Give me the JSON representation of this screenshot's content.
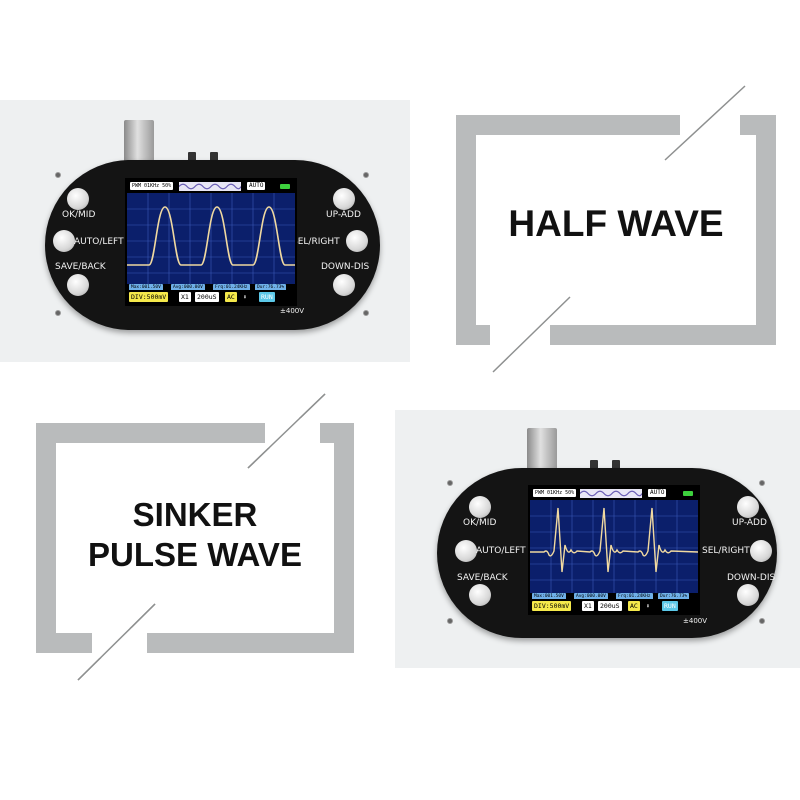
{
  "titles": {
    "half_wave": "HALF WAVE",
    "sinker_line1": "SINKER",
    "sinker_line2": "PULSE WAVE"
  },
  "device_labels": {
    "ok_mid": "OK/MID",
    "auto_left": "AUTO/LEFT",
    "save_back": "SAVE/BACK",
    "up_add": "UP-ADD",
    "sel_right": "SEL/RIGHT",
    "down_dis": "DOWN-DIS",
    "voltage_rating": "±400V"
  },
  "screen": {
    "pwm": "PWM 01KHz 50%",
    "mode": "AUTO",
    "div": "DIV:500mV",
    "probe": "X1",
    "time": "200uS",
    "coupling": "AC",
    "trigger": "RUN",
    "meas_max": "Max:001.50V",
    "meas_avg": "Avg:000.00V",
    "meas_frq": "Frq:01.24KHz",
    "meas_duty": "Dur:76.73%"
  },
  "colors": {
    "screen_bg": "#0b1f6b",
    "grid": "#3b58b8",
    "wave": "#f0d9a0",
    "div_tag": "#f5e94b",
    "trigger_tag": "#5cc8e8",
    "battery": "#3dd13d"
  }
}
